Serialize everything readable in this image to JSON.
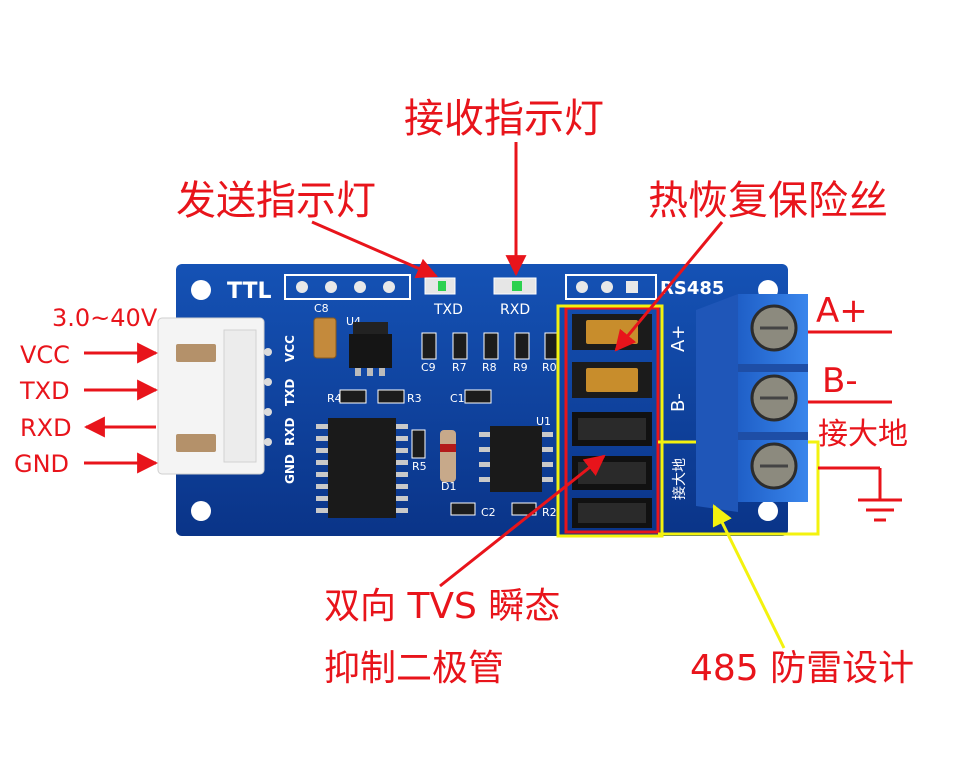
{
  "board": {
    "ttl_label": "TTL",
    "rs485_label": "RS485",
    "txd_silk": "TXD",
    "rxd_silk": "RXD",
    "ttl_pins": [
      "GND",
      "RXD",
      "TXD",
      "VCC"
    ],
    "term_a": "A+",
    "term_b": "B-",
    "ground_silk": "接大地",
    "parts": {
      "c8": "C8",
      "u4": "U4",
      "r4": "R4",
      "r3": "R3",
      "c9": "C9",
      "r7": "R7",
      "r8": "R8",
      "r9": "R9",
      "r0": "R0",
      "c1": "C1",
      "u1": "U1",
      "r5": "R5",
      "d1": "D1",
      "c2": "C2",
      "r2": "R2"
    }
  },
  "annotations": {
    "rx_led": "接收指示灯",
    "tx_led": "发送指示灯",
    "fuse": "热恢复保险丝",
    "voltage": "3.0~40V",
    "vcc": "VCC",
    "txd": "TXD",
    "rxd": "RXD",
    "gnd": "GND",
    "a_plus": "A+",
    "b_minus": "B-",
    "earth": "接大地",
    "tvs_line1": "双向 TVS 瞬态",
    "tvs_line2": "抑制二极管",
    "lightning": "485 防雷设计"
  },
  "colors": {
    "annotation_red": "#e8141b",
    "board_blue": "#0d3f9a",
    "highlight_yellow": "#f3f20e",
    "terminal_blue": "#2a6ed8"
  }
}
